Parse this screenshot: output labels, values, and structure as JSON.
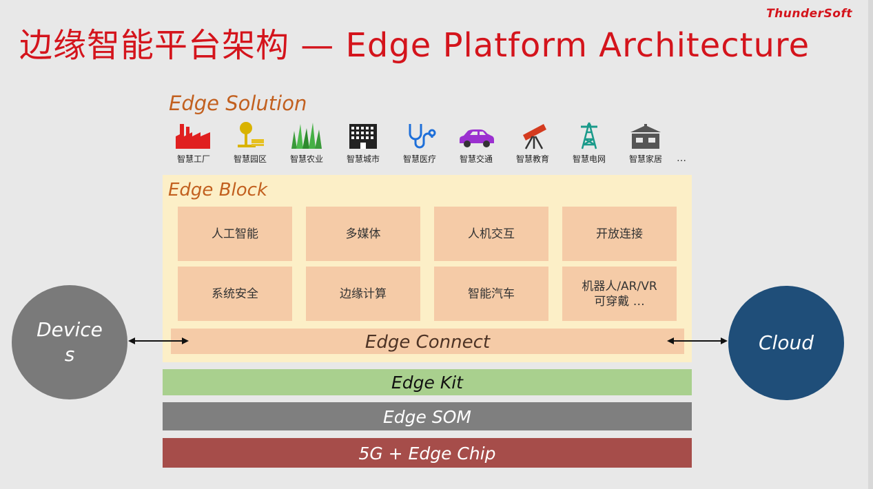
{
  "header": {
    "title": "边缘智能平台架构 — Edge Platform Architecture",
    "logo_text": "ThunderSoft"
  },
  "solution": {
    "title": "Edge Solution",
    "items": [
      {
        "label": "智慧工厂",
        "icon": "factory-icon"
      },
      {
        "label": "智慧园区",
        "icon": "park-icon"
      },
      {
        "label": "智慧农业",
        "icon": "agriculture-icon"
      },
      {
        "label": "智慧城市",
        "icon": "city-building-icon"
      },
      {
        "label": "智慧医疗",
        "icon": "stethoscope-icon"
      },
      {
        "label": "智慧交通",
        "icon": "car-icon"
      },
      {
        "label": "智慧教育",
        "icon": "telescope-icon"
      },
      {
        "label": "智慧电网",
        "icon": "power-tower-icon"
      },
      {
        "label": "智慧家居",
        "icon": "house-icon"
      }
    ],
    "more": "…"
  },
  "block": {
    "title": "Edge Block",
    "cells": [
      "人工智能",
      "多媒体",
      "人机交互",
      "开放连接",
      "系统安全",
      "边缘计算",
      "智能汽车",
      "机器人/AR/VR\n可穿戴 …"
    ]
  },
  "connect": {
    "label": "Edge Connect"
  },
  "layers": {
    "kit": "Edge Kit",
    "som": "Edge SOM",
    "chip": "5G + Edge Chip"
  },
  "devices": {
    "label": "Device\ns"
  },
  "cloud": {
    "label": "Cloud"
  },
  "colors": {
    "title_red": "#d4141c",
    "block_orange": "#c2601f",
    "block_panel": "#fcefc7",
    "cell_fill": "#f5cba7",
    "kit_green": "#a9d08e",
    "som_gray": "#7f7f7f",
    "chip_red": "#a64d4a",
    "devices_gray": "#7a7a7a",
    "cloud_blue": "#1f4e79"
  }
}
